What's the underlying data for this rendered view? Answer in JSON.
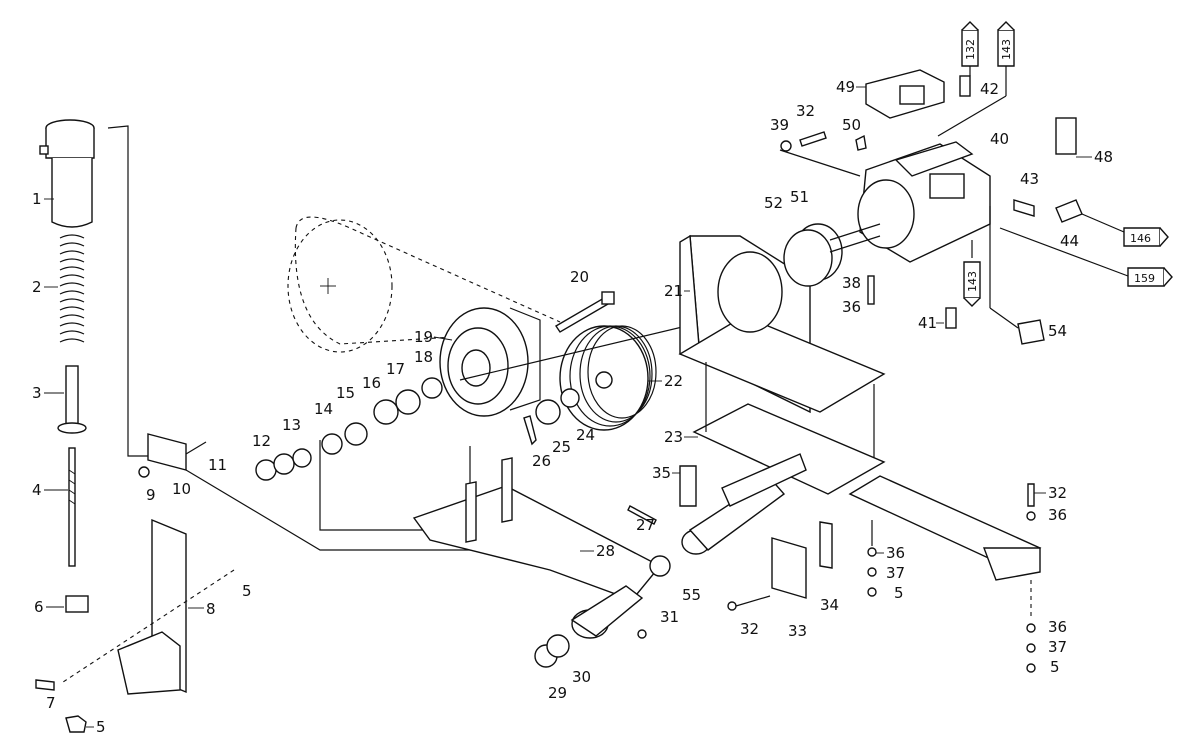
{
  "parts": [
    {
      "id": "p1",
      "label": "1"
    },
    {
      "id": "p2",
      "label": "2"
    },
    {
      "id": "p3",
      "label": "3"
    },
    {
      "id": "p4",
      "label": "4"
    },
    {
      "id": "p5a",
      "label": "5"
    },
    {
      "id": "p5b",
      "label": "5"
    },
    {
      "id": "p5c",
      "label": "5"
    },
    {
      "id": "p5d",
      "label": "5"
    },
    {
      "id": "p6",
      "label": "6"
    },
    {
      "id": "p7",
      "label": "7"
    },
    {
      "id": "p8",
      "label": "8"
    },
    {
      "id": "p9",
      "label": "9"
    },
    {
      "id": "p10",
      "label": "10"
    },
    {
      "id": "p11",
      "label": "11"
    },
    {
      "id": "p12",
      "label": "12"
    },
    {
      "id": "p13",
      "label": "13"
    },
    {
      "id": "p14",
      "label": "14"
    },
    {
      "id": "p15",
      "label": "15"
    },
    {
      "id": "p16",
      "label": "16"
    },
    {
      "id": "p17",
      "label": "17"
    },
    {
      "id": "p18",
      "label": "18"
    },
    {
      "id": "p19",
      "label": "19"
    },
    {
      "id": "p20",
      "label": "20"
    },
    {
      "id": "p21",
      "label": "21"
    },
    {
      "id": "p22",
      "label": "22"
    },
    {
      "id": "p23",
      "label": "23"
    },
    {
      "id": "p24",
      "label": "24"
    },
    {
      "id": "p25",
      "label": "25"
    },
    {
      "id": "p26",
      "label": "26"
    },
    {
      "id": "p27",
      "label": "27"
    },
    {
      "id": "p28",
      "label": "28"
    },
    {
      "id": "p29",
      "label": "29"
    },
    {
      "id": "p30",
      "label": "30"
    },
    {
      "id": "p31",
      "label": "31"
    },
    {
      "id": "p32a",
      "label": "32"
    },
    {
      "id": "p32b",
      "label": "32"
    },
    {
      "id": "p32c",
      "label": "32"
    },
    {
      "id": "p33",
      "label": "33"
    },
    {
      "id": "p34",
      "label": "34"
    },
    {
      "id": "p35",
      "label": "35"
    },
    {
      "id": "p36a",
      "label": "36"
    },
    {
      "id": "p36b",
      "label": "36"
    },
    {
      "id": "p36c",
      "label": "36"
    },
    {
      "id": "p36d",
      "label": "36"
    },
    {
      "id": "p37a",
      "label": "37"
    },
    {
      "id": "p37b",
      "label": "37"
    },
    {
      "id": "p38",
      "label": "38"
    },
    {
      "id": "p39",
      "label": "39"
    },
    {
      "id": "p40",
      "label": "40"
    },
    {
      "id": "p41",
      "label": "41"
    },
    {
      "id": "p42",
      "label": "42"
    },
    {
      "id": "p43",
      "label": "43"
    },
    {
      "id": "p44",
      "label": "44"
    },
    {
      "id": "p48",
      "label": "48"
    },
    {
      "id": "p49",
      "label": "49"
    },
    {
      "id": "p50",
      "label": "50"
    },
    {
      "id": "p51",
      "label": "51"
    },
    {
      "id": "p52",
      "label": "52"
    },
    {
      "id": "p54",
      "label": "54"
    },
    {
      "id": "p55",
      "label": "55"
    }
  ],
  "references": {
    "r132": "132",
    "r143a": "143",
    "r143b": "143",
    "r146": "146",
    "r159": "159"
  }
}
